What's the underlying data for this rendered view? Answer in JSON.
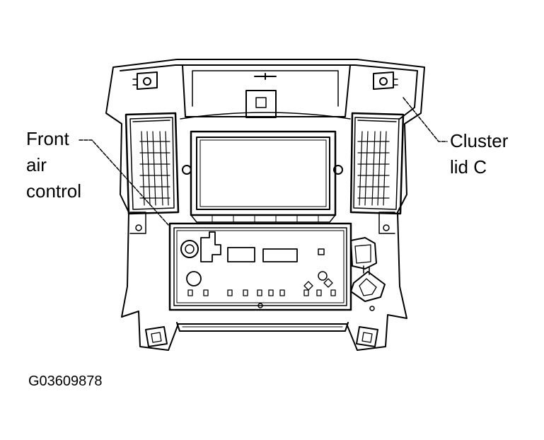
{
  "labels": {
    "front_air_control": [
      "Front",
      "air",
      "control"
    ],
    "cluster_lid_c": [
      "Cluster",
      "lid C"
    ]
  },
  "figure_code": "G03609878",
  "colors": {
    "ink": "#000000",
    "paper": "#ffffff",
    "shade": "#d9d9d9"
  }
}
